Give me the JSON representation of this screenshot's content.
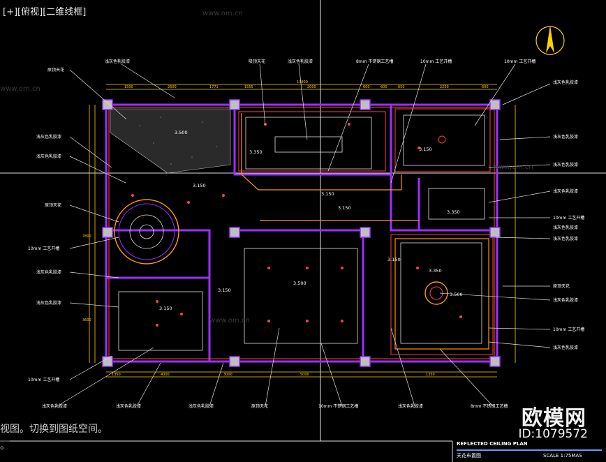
{
  "viewport": {
    "label_open": "[+][",
    "view_name": "俯视",
    "label_sep": "][",
    "visual_style": "二维线框",
    "label_close": "]"
  },
  "command_line": {
    "line1": "视图。切换到图纸空间。",
    "line2": "。"
  },
  "watermark": {
    "logo": "欧模网",
    "id": "ID:1079572",
    "site": "www.om.cn"
  },
  "drawing": {
    "title_en": "REFLECTED CEILING PLAN",
    "title_cn": "天花布置图",
    "scale": "SCALE 1:75MAS",
    "north_label": "N",
    "elevations": {
      "e1": "3.500",
      "e2": "3.150",
      "e3": "3.350",
      "e4": "3.150",
      "e5": "3.150",
      "e6": "3.150",
      "e7": "3.350",
      "e8": "3.500",
      "e9": "3.150",
      "e10": "3.150",
      "e11": "3.350",
      "e12": "3.500",
      "e13": "3.150"
    },
    "callouts": {
      "t1": "浅灰色乳胶漆",
      "t2": "吸顶天花",
      "t3": "浅灰色乳胶漆",
      "t4": "8mm 不锈钢工艺槽",
      "t5": "10mm 工艺开槽",
      "t6": "10mm 工艺开槽",
      "t7": "原顶天花",
      "t8": "浅灰色乳胶漆",
      "t9": "浅灰色乳胶漆",
      "t10": "浅灰色乳胶漆",
      "t11": "浅灰色乳胶漆",
      "t12": "原顶天花",
      "t13": "10mm 工艺开槽",
      "t14": "浅灰色乳胶漆",
      "t15": "浅灰色乳胶漆",
      "t16": "浅灰色乳胶漆",
      "t17": "浅灰色乳胶漆",
      "t18": "浅灰色乳胶漆",
      "t19": "10mm 工艺开槽",
      "t20": "浅灰色乳胶漆",
      "t21": "原顶天花",
      "t22": "浅灰色乳胶漆",
      "t23": "10mm 工艺开槽",
      "t24": "浅灰色乳胶漆",
      "t25": "10mm 工艺开槽",
      "t26": "浅灰色乳胶漆",
      "t27": "浅灰色乳胶漆",
      "t28": "原顶天花",
      "t29": "10mm 不锈钢工艺槽",
      "t30": "浅灰色乳胶漆",
      "t31": "8mm 不锈钢工艺槽",
      "t32": "浅灰色乳胶漆"
    },
    "dims": {
      "top_total": "13800",
      "d1": "1500",
      "d2": "2600",
      "d3": "1771",
      "d4": "1555",
      "d5": "2000",
      "d6": "600",
      "d7": "600",
      "d8": "650",
      "d9": "2250",
      "d10": "600",
      "b1": "1350",
      "b2": "4000",
      "b3": "3000",
      "b4": "5000",
      "b5": "1350",
      "l1": "7800",
      "l2": "3600"
    }
  },
  "colors": {
    "background": "#000000",
    "wall": "#9b30ff",
    "accent": "#ff9900",
    "grid": "#cfcfcf",
    "text": "#d6d6d6"
  }
}
